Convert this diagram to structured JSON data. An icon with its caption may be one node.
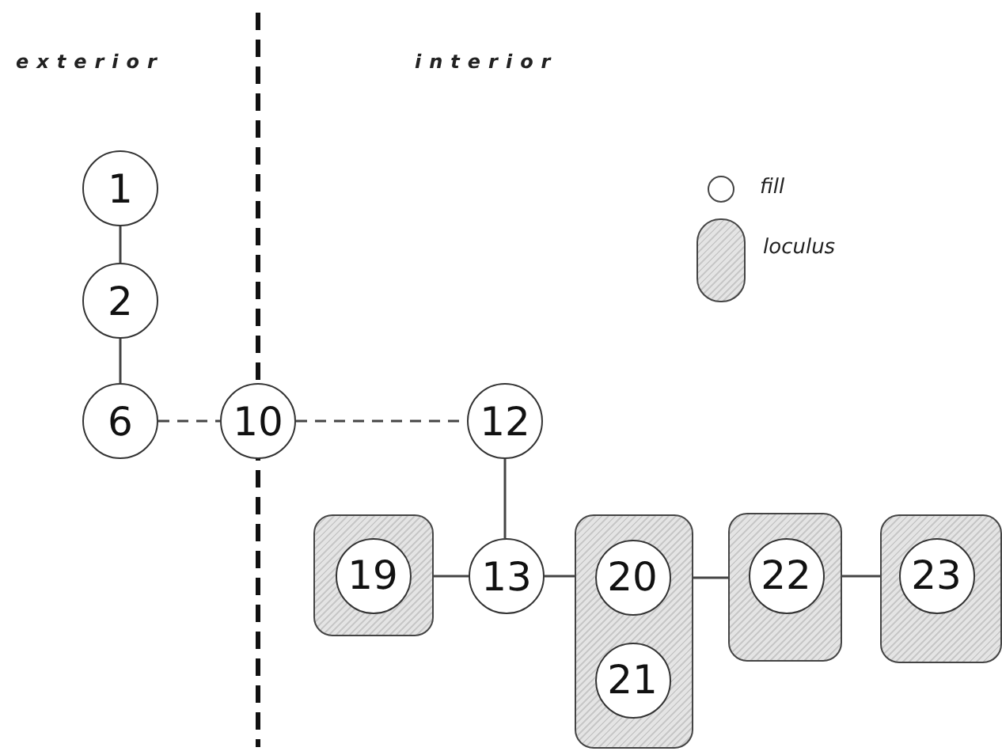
{
  "diagram": {
    "nodes": [
      {
        "text": [
          "1"
        ]
      },
      {
        "text": [
          "2"
        ]
      },
      {
        "text": [
          "6"
        ]
      },
      {
        "text": [
          "10"
        ]
      },
      {
        "text": [
          "12"
        ]
      },
      {
        "text": [],
        "shape": "box"
      },
      {
        "text": [
          "19"
        ],
        "in": 5
      },
      {
        "text": [
          "13"
        ]
      },
      {
        "text": [],
        "shape": "box"
      },
      {
        "text": [
          "20"
        ],
        "in": 8
      },
      {
        "text": [
          "21"
        ],
        "in": 8
      },
      {
        "text": [],
        "shape": "box"
      },
      {
        "text": [
          "22"
        ],
        "in": 11
      },
      {
        "text": [],
        "shape": "box"
      },
      {
        "text": [
          "23"
        ],
        "in": 13
      }
    ],
    "edges": [
      {
        "from": 0,
        "to": 1,
        "arrow": "none"
      },
      {
        "from": 1,
        "to": 2,
        "arrow": "none"
      },
      {
        "from": 2,
        "to": 3,
        "arrow": "none",
        "style": "dashed"
      },
      {
        "from": 3,
        "to": 4,
        "arrow": "none",
        "style": "dashed"
      },
      {
        "from": 4,
        "to": 7,
        "arrow": "none"
      },
      {
        "from": 5,
        "to": 7,
        "arrow": "none"
      },
      {
        "from": 7,
        "to": 8,
        "arrow": "none"
      },
      {
        "from": 8,
        "to": 11,
        "arrow": "none"
      },
      {
        "from": 11,
        "to": 13,
        "arrow": "none"
      }
    ],
    "labels": [
      "exterior",
      "interior"
    ],
    "legend": [
      {
        "text": "fill"
      },
      {
        "text": "loculus"
      }
    ]
  }
}
